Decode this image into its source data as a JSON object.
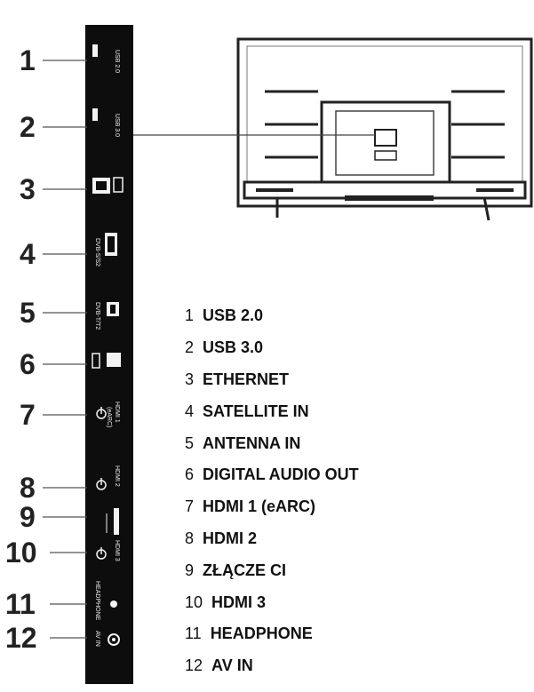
{
  "callout_numbers": [
    "1",
    "2",
    "3",
    "4",
    "5",
    "6",
    "7",
    "8",
    "9",
    "10",
    "11",
    "12"
  ],
  "legend": [
    {
      "num": "1",
      "label": "USB 2.0"
    },
    {
      "num": "2",
      "label": "USB 3.0"
    },
    {
      "num": "3",
      "label": "ETHERNET"
    },
    {
      "num": "4",
      "label": "SATELLITE IN"
    },
    {
      "num": "5",
      "label": "ANTENNA IN"
    },
    {
      "num": "6",
      "label": "DIGITAL AUDIO OUT"
    },
    {
      "num": "7",
      "label": "HDMI 1 (eARC)"
    },
    {
      "num": "8",
      "label": "HDMI 2"
    },
    {
      "num": "9",
      "label": "ZŁĄCZE CI"
    },
    {
      "num": "10",
      "label": "HDMI 3"
    },
    {
      "num": "11",
      "label": "HEADPHONE"
    },
    {
      "num": "12",
      "label": "AV IN"
    }
  ],
  "panel_labels": {
    "usb2": "USB 2.0",
    "usb3": "USB 3.0",
    "sat": "DVB-S/S2",
    "ant": "DVB-T/T2",
    "hdmi1": "HDMI 1",
    "hdmi1_sub": "(eARC)",
    "hdmi2": "HDMI 2",
    "hdmi3": "HDMI 3",
    "headphone": "HEADPHONE",
    "avin": "AV IN"
  },
  "colors": {
    "panel": "#111111",
    "line": "#555555",
    "tv_body": "#ffffff",
    "tv_outline": "#222222"
  }
}
